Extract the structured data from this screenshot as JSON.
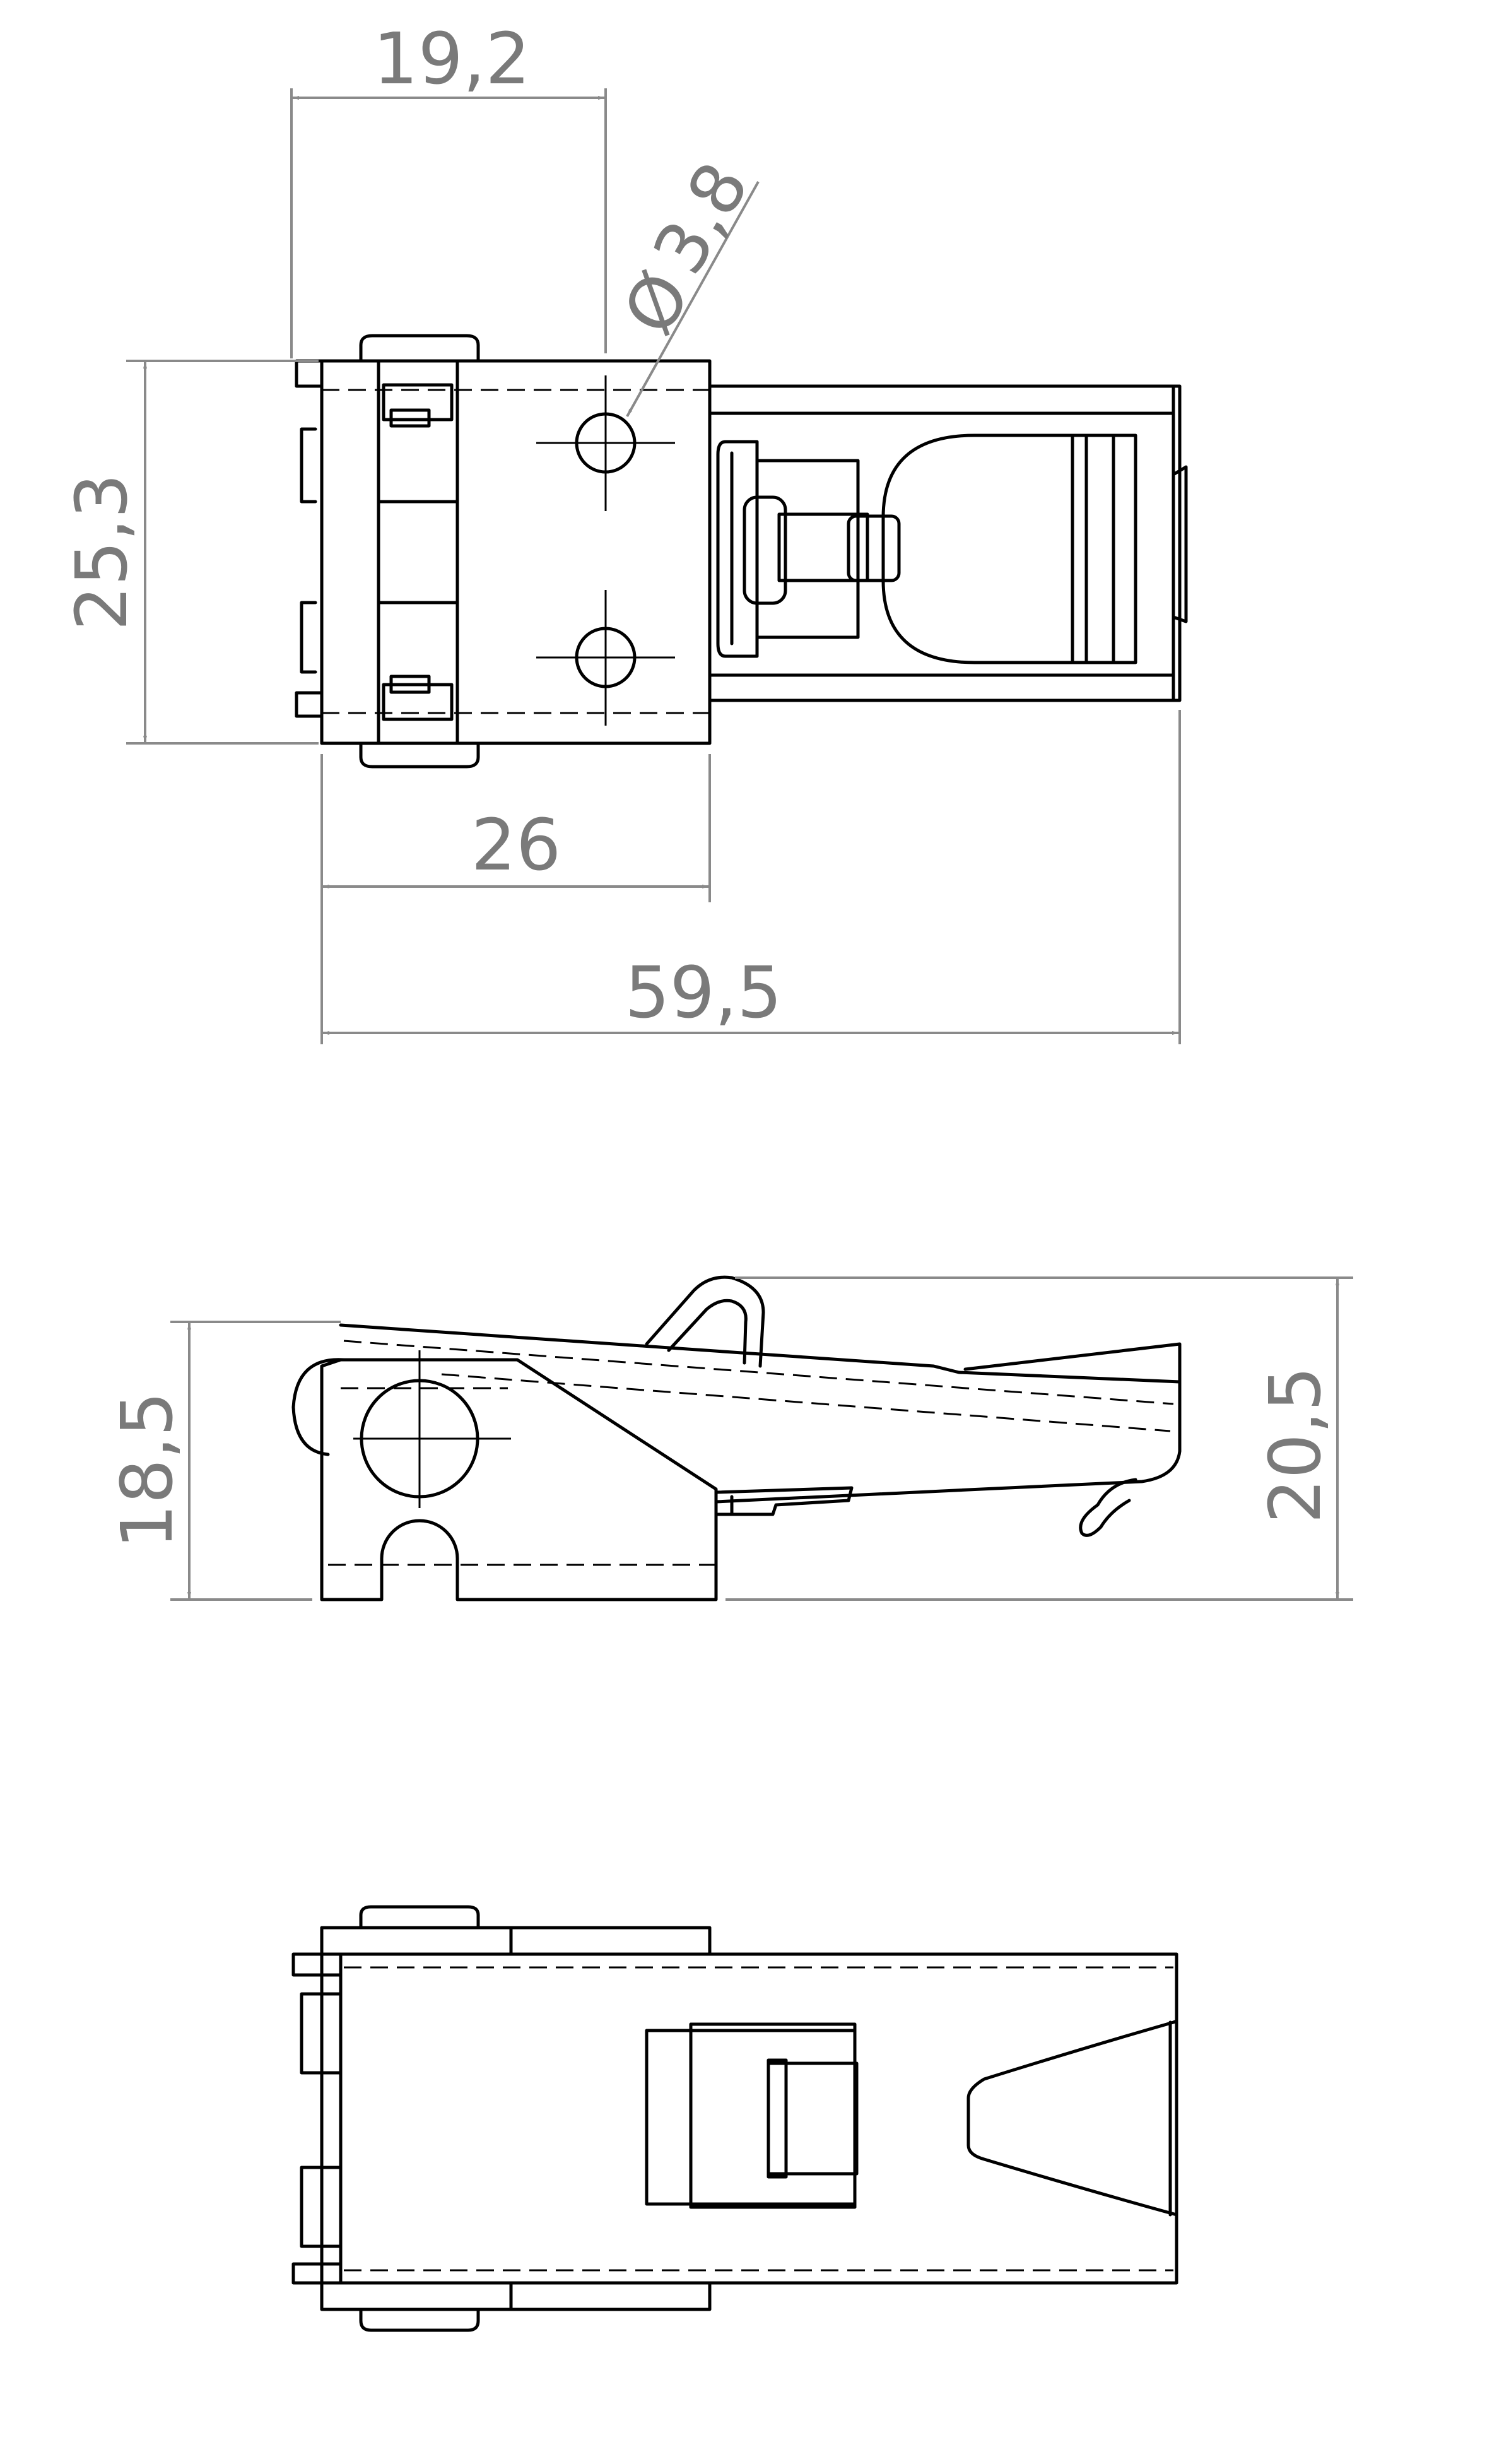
{
  "dimensions": {
    "top_view": {
      "hinge_width": "19,2",
      "hole_diameter_symbol": "Ø",
      "hole_diameter": "3,8",
      "base_height": "25,3",
      "base_length": "26",
      "total_length": "59,5"
    },
    "side_view": {
      "base_height": "18,5",
      "total_height": "20,5"
    }
  },
  "colors": {
    "line": "#000000",
    "dimension": "#8a8a8a",
    "background": "#ffffff"
  }
}
